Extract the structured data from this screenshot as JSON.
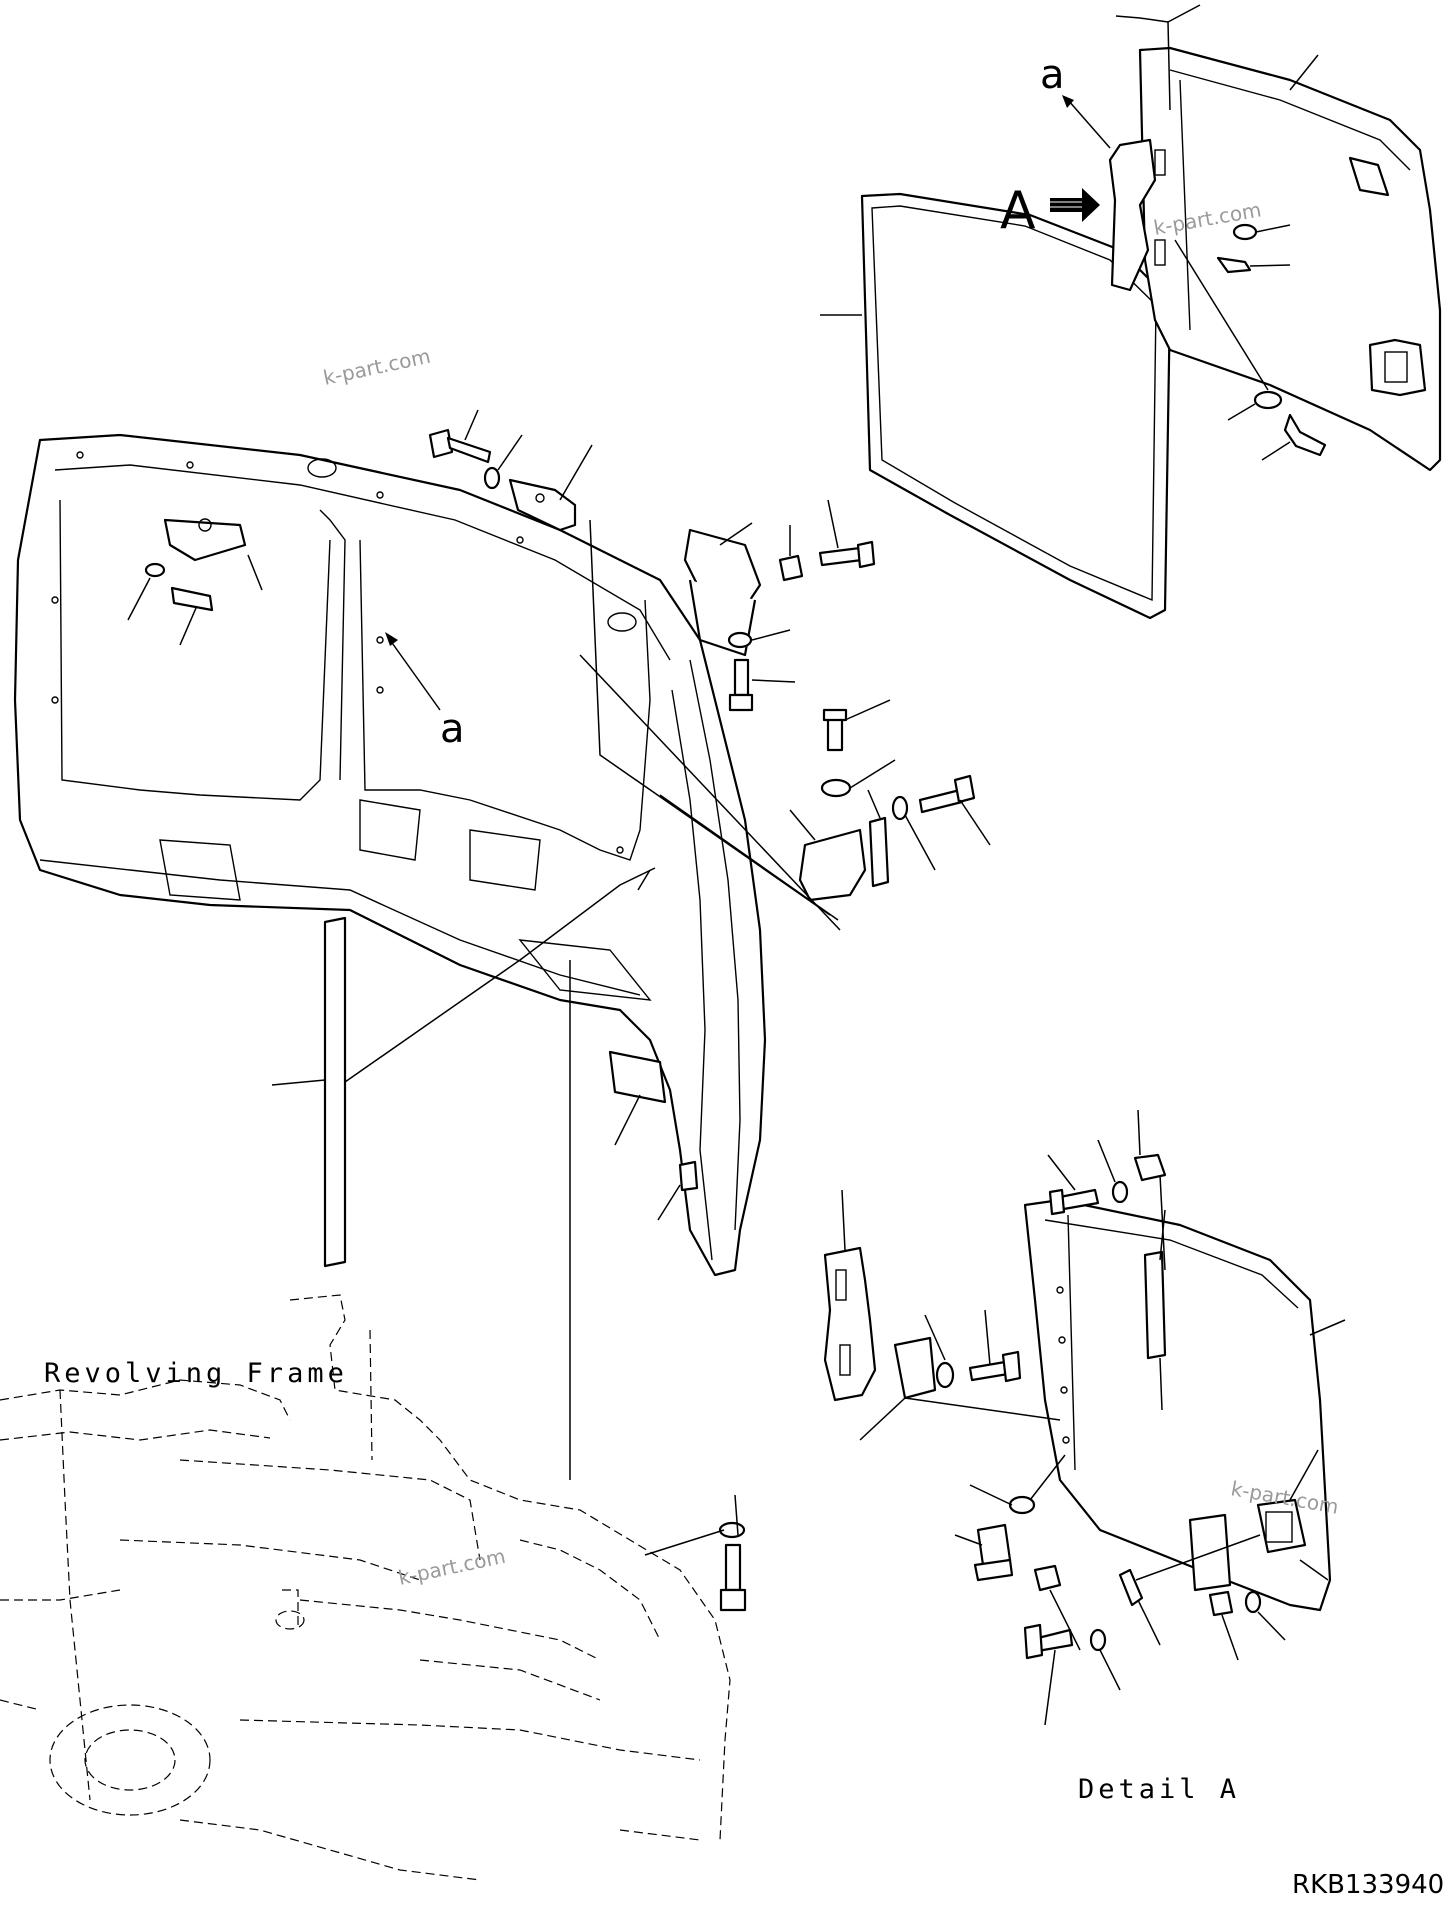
{
  "labels": {
    "revolving_frame": "Revolving Frame",
    "detail_a": "Detail A",
    "view_marker": "A",
    "ref_a_top": "a",
    "ref_a_mid": "a",
    "drawing_number": "RKB133940"
  },
  "watermarks": [
    "k-part.com",
    "k-part.com",
    "k-part.com",
    "k-part.com"
  ],
  "colors": {
    "line": "#000000",
    "background": "#ffffff",
    "watermark": "#9a9a9a"
  }
}
